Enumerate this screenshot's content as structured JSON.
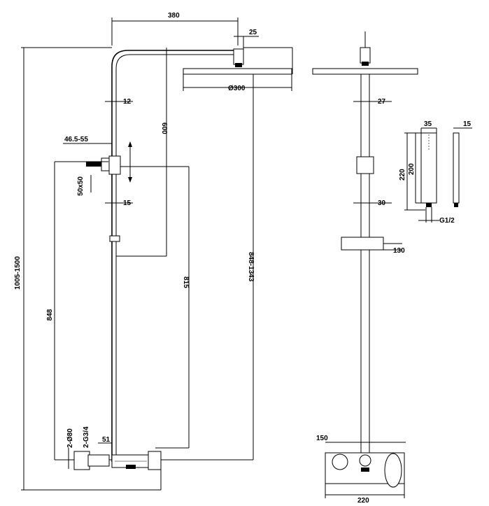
{
  "drawing": {
    "side_view": {
      "arm_length": "380",
      "connector_height": "25",
      "head_diameter": "Ø300",
      "pipe_diameter": "12",
      "arm_drop": "600",
      "wall_offset": "46.5-55",
      "bracket_size": "50x50",
      "bracket_pipe": "15",
      "overall_height": "1005-1500",
      "wall_spacing": "848",
      "slide_range": "815",
      "head_height": "848-1343",
      "inlet_diameter": "2-Ø80",
      "inlet_thread": "2-G3/4",
      "inlet_offset": "51"
    },
    "front_view": {
      "upper_pipe": "27",
      "lower_pipe": "30",
      "shelf_width": "130",
      "mixer_spacing": "150",
      "mixer_width": "220"
    },
    "hand_shower": {
      "head_width": "35",
      "head_depth": "15",
      "total_length": "220",
      "head_length": "200",
      "thread": "G1/2"
    }
  }
}
